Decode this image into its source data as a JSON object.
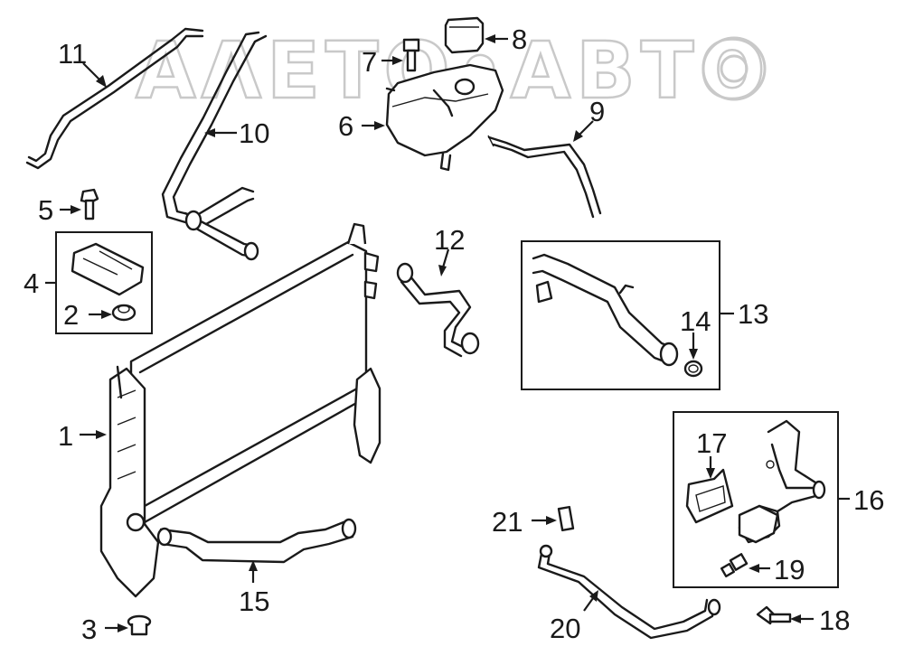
{
  "watermark": "ΑΛΕΤΟ•ΑΒΤΟ",
  "callouts": [
    "1",
    "2",
    "3",
    "4",
    "5",
    "6",
    "7",
    "8",
    "9",
    "10",
    "11",
    "12",
    "13",
    "14",
    "15",
    "16",
    "17",
    "18",
    "19",
    "20",
    "21"
  ]
}
